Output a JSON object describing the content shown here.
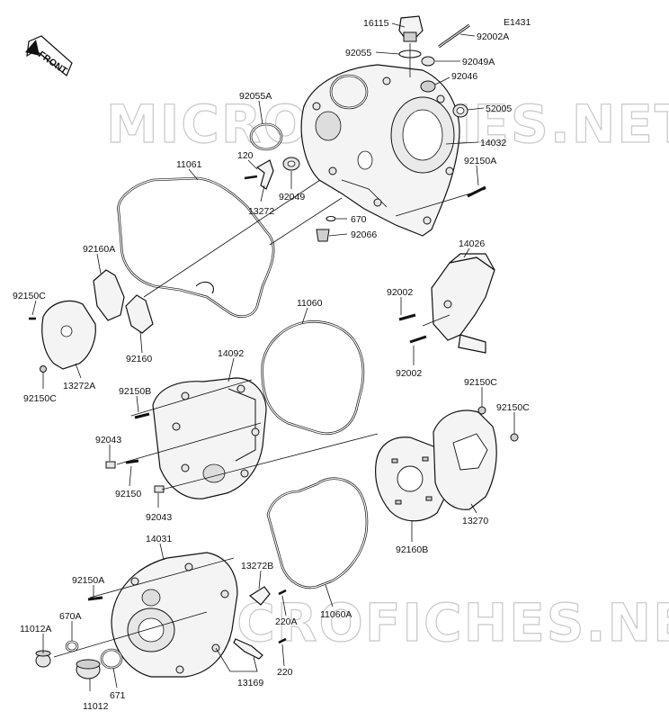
{
  "diagram": {
    "code": "E1431",
    "front_label": "FRONT",
    "watermarks": [
      "MICRO FICHES.NET",
      "MICROFICHES.NET"
    ],
    "callouts": [
      {
        "id": "16115",
        "text": "16115"
      },
      {
        "id": "92002A",
        "text": "92002A"
      },
      {
        "id": "92055",
        "text": "92055"
      },
      {
        "id": "92049A",
        "text": "92049A"
      },
      {
        "id": "92046",
        "text": "92046"
      },
      {
        "id": "52005",
        "text": "52005"
      },
      {
        "id": "14032",
        "text": "14032"
      },
      {
        "id": "92055A",
        "text": "92055A"
      },
      {
        "id": "120",
        "text": "120"
      },
      {
        "id": "92049",
        "text": "92049"
      },
      {
        "id": "13272",
        "text": "13272"
      },
      {
        "id": "11061",
        "text": "11061"
      },
      {
        "id": "92150A_top",
        "text": "92150A"
      },
      {
        "id": "670_top",
        "text": "670"
      },
      {
        "id": "92066",
        "text": "92066"
      },
      {
        "id": "14026",
        "text": "14026"
      },
      {
        "id": "92160A",
        "text": "92160A"
      },
      {
        "id": "92150C_left_top",
        "text": "92150C"
      },
      {
        "id": "92160",
        "text": "92160"
      },
      {
        "id": "13272A",
        "text": "13272A"
      },
      {
        "id": "92150C_left_bot",
        "text": "92150C"
      },
      {
        "id": "92002_a",
        "text": "92002"
      },
      {
        "id": "92002_b",
        "text": "92002"
      },
      {
        "id": "11060",
        "text": "11060"
      },
      {
        "id": "14092",
        "text": "14092"
      },
      {
        "id": "92150B",
        "text": "92150B"
      },
      {
        "id": "92043_a",
        "text": "92043"
      },
      {
        "id": "92150",
        "text": "92150"
      },
      {
        "id": "92043_b",
        "text": "92043"
      },
      {
        "id": "92150C_right_a",
        "text": "92150C"
      },
      {
        "id": "92150C_right_b",
        "text": "92150C"
      },
      {
        "id": "13270",
        "text": "13270"
      },
      {
        "id": "92160B",
        "text": "92160B"
      },
      {
        "id": "14031",
        "text": "14031"
      },
      {
        "id": "92150A_bot",
        "text": "92150A"
      },
      {
        "id": "670A",
        "text": "670A"
      },
      {
        "id": "11012A",
        "text": "11012A"
      },
      {
        "id": "671",
        "text": "671"
      },
      {
        "id": "11012",
        "text": "11012"
      },
      {
        "id": "13272B",
        "text": "13272B"
      },
      {
        "id": "220A",
        "text": "220A"
      },
      {
        "id": "11060A",
        "text": "11060A"
      },
      {
        "id": "220",
        "text": "220"
      },
      {
        "id": "13169",
        "text": "13169"
      }
    ]
  }
}
